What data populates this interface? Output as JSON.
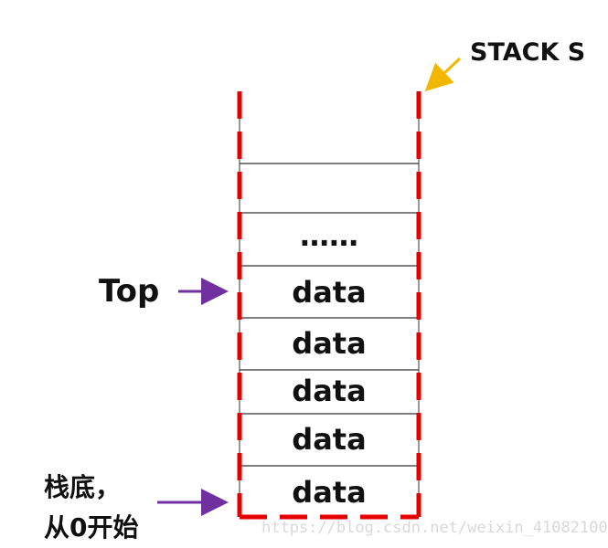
{
  "diagram": {
    "title": "STACK S",
    "top_label": "Top",
    "bottom_label_line1": "栈底，",
    "bottom_label_line2": "从0开始",
    "cells": [
      {
        "text": ""
      },
      {
        "text": "……"
      },
      {
        "text": "data"
      },
      {
        "text": "data"
      },
      {
        "text": "data"
      },
      {
        "text": "data"
      },
      {
        "text": "data"
      }
    ],
    "colors": {
      "stack_border": "#e50000",
      "arrow_title": "#f2b800",
      "arrow_labels": "#7030a0",
      "cell_lines": "#333333",
      "text": "#111111"
    }
  },
  "watermark": "https://blog.csdn.net/weixin_41082100"
}
